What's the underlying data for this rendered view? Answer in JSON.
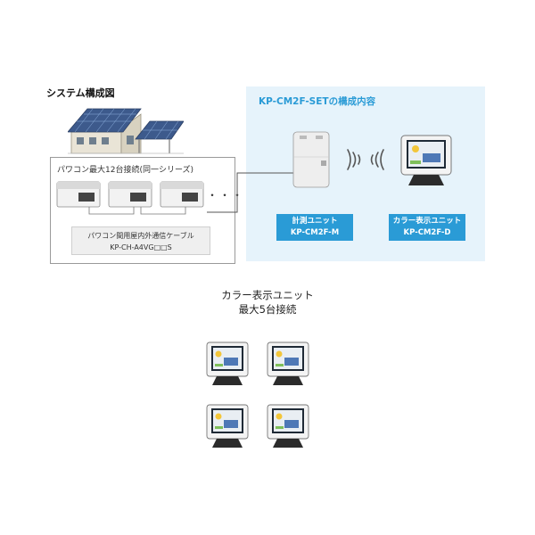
{
  "system_title": "システム構成図",
  "set_contents_title": "KP-CM2F-SETの構成内容",
  "pcs_group_label": "パワコン最大12台接続(同一シリーズ)",
  "cable": {
    "line1": "パワコン間用屋内外通信ケーブル",
    "line2": "KP-CH-A4VG□□S"
  },
  "measurement_unit": {
    "name": "計測ユニット",
    "model": "KP-CM2F-M"
  },
  "display_unit": {
    "name": "カラー表示ユニット",
    "model": "KP-CM2F-D"
  },
  "max_connection": {
    "line1": "カラー表示ユニット",
    "line2": "最大5台接続"
  },
  "ellipsis": "・・・",
  "colors": {
    "accent_blue": "#2a9bd6",
    "panel_bg": "#e6f3fb"
  }
}
